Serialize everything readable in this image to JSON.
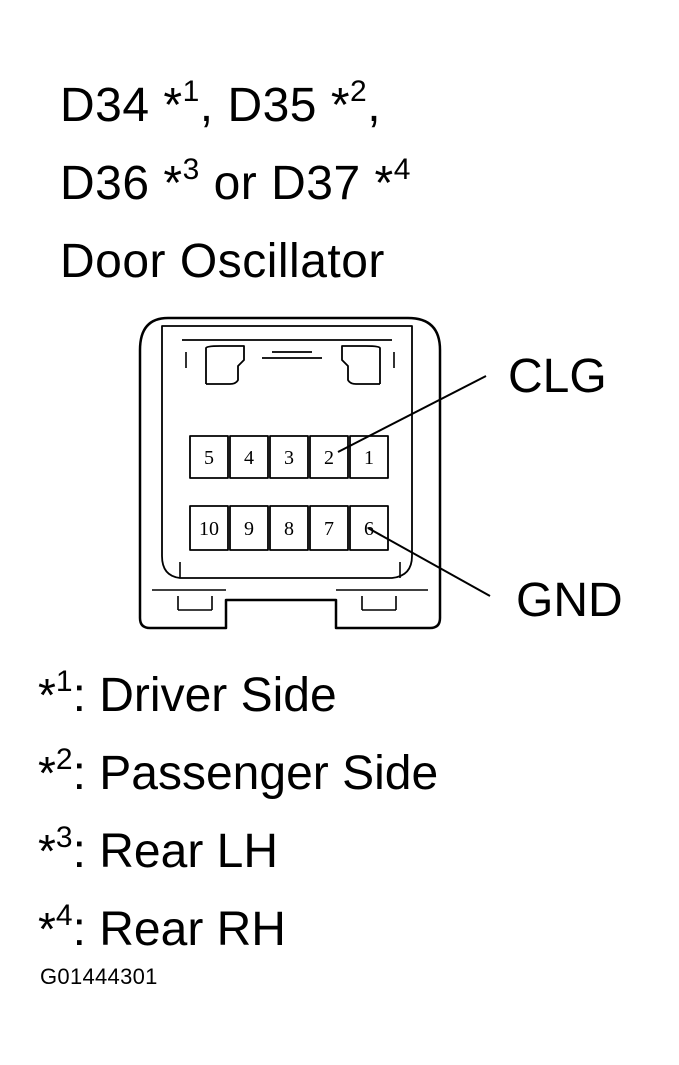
{
  "title": {
    "line1": {
      "a": "D34 ",
      "a_sup": "1",
      "b": ", D35 ",
      "b_sup": "2",
      "c": ","
    },
    "line2": {
      "a": "D36 ",
      "a_sup": "3",
      "b": " or D37 ",
      "b_sup": "4"
    },
    "line3": "Door Oscillator",
    "star": "*"
  },
  "connector": {
    "top_row_pins": [
      "5",
      "4",
      "3",
      "2",
      "1"
    ],
    "bottom_row_pins": [
      "10",
      "9",
      "8",
      "7",
      "6"
    ]
  },
  "callouts": {
    "clg": "CLG",
    "gnd": "GND"
  },
  "notes": [
    {
      "sup": "1",
      "text": ": Driver Side"
    },
    {
      "sup": "2",
      "text": ": Passenger Side"
    },
    {
      "sup": "3",
      "text": ": Rear LH"
    },
    {
      "sup": "4",
      "text": ": Rear RH"
    }
  ],
  "figure_code": "G01444301"
}
